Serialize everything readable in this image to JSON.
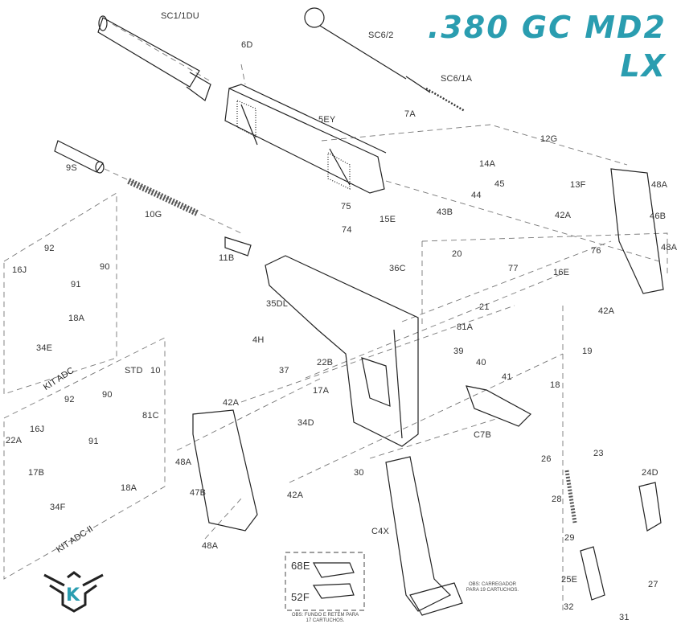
{
  "title": {
    "line1": ".380 GC MD2",
    "line2": "LX"
  },
  "brand_color": "#2a9db0",
  "labels": {
    "sc1": "SC1/1DU",
    "d6": "6D",
    "sc62": "SC6/2",
    "sc61a": "SC6/1A",
    "ey5": "5EY",
    "a7": "7A",
    "g12": "12G",
    "a14": "14A",
    "f13": "13F",
    "a48_1": "48A",
    "b46": "46B",
    "a48_2": "48A",
    "s9": "9S",
    "g10": "10G",
    "n45": "45",
    "n44": "44",
    "b43": "43B",
    "n75": "75",
    "e15": "15E",
    "n74": "74",
    "a42_1": "42A",
    "n76": "76",
    "b11": "11B",
    "c36": "36C",
    "n20": "20",
    "n77": "77",
    "e16": "16E",
    "a42_2": "42A",
    "n92_1": "92",
    "j16_1": "16J",
    "n90_1": "90",
    "n91_1": "91",
    "a18_1": "18A",
    "e34": "34E",
    "dl35": "35DL",
    "n21": "21",
    "a81": "81A",
    "h4": "4H",
    "n39": "39",
    "n40": "40",
    "n19": "19",
    "b22": "22B",
    "n37": "37",
    "n41": "41",
    "n18": "18",
    "a17": "17A",
    "std": "STD",
    "n10": "10",
    "n92_2": "92",
    "n90_2": "90",
    "c81": "81C",
    "a42_3": "42A",
    "d34": "34D",
    "c7b": "C7B",
    "j16_2": "16J",
    "a22": "22A",
    "n91_2": "91",
    "b17": "17B",
    "a48_3": "48A",
    "n26": "26",
    "n23": "23",
    "d24": "24D",
    "a18_2": "18A",
    "f34": "34F",
    "b47": "47B",
    "a42_4": "42A",
    "n30": "30",
    "n28": "28",
    "c4x": "C4X",
    "a48_4": "48A",
    "n29": "29",
    "e68": "68E",
    "e25": "25E",
    "n27": "27",
    "f52": "52F",
    "n32": "32",
    "n31": "31"
  },
  "kits": {
    "adc": "KIT ADC",
    "adc2": "KIT ADC II"
  },
  "notes": {
    "magazine": "OBS: CARREGADOR PARA 19 CARTUCHOS.",
    "floorplate": "OBS: FUNDO E RETÉM PARA 17 CARTUCHOS."
  },
  "logo_letter": "K"
}
